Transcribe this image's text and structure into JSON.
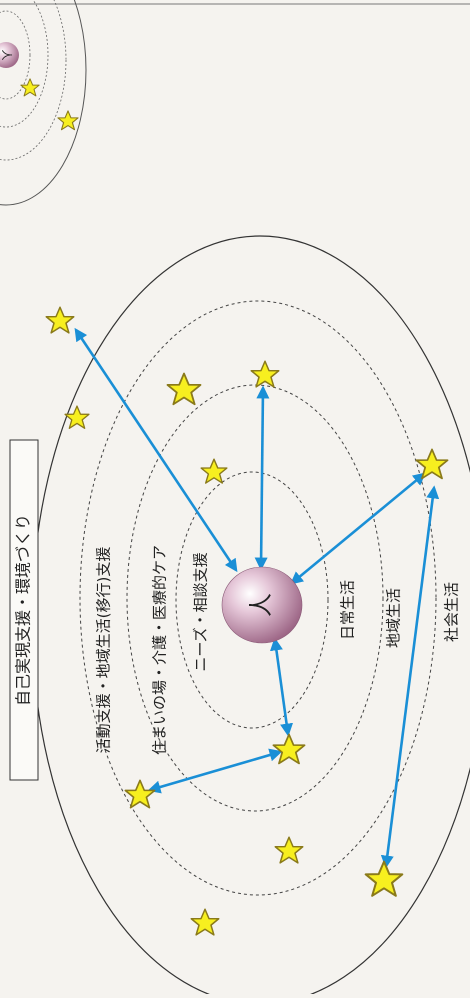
{
  "diagram": {
    "title_box": "自己実現支援・環境づくり",
    "rings": [
      {
        "label": "活動支援・地域生活(移行)支援"
      },
      {
        "label": "住まいの場・介護・医療的ケア"
      },
      {
        "label": "ニーズ・相談支援"
      }
    ],
    "center_label": "人",
    "life_labels": [
      "日常生活",
      "地域生活",
      "社会生活"
    ],
    "inset_center_label": "人"
  },
  "colors": {
    "background": "#f5f3ef",
    "arrow": "#1a8fd6",
    "star_fill": "#f7ef1f",
    "star_stroke": "#8a7a1a",
    "sphere": "#c995b5",
    "ring_line": "#444444"
  }
}
